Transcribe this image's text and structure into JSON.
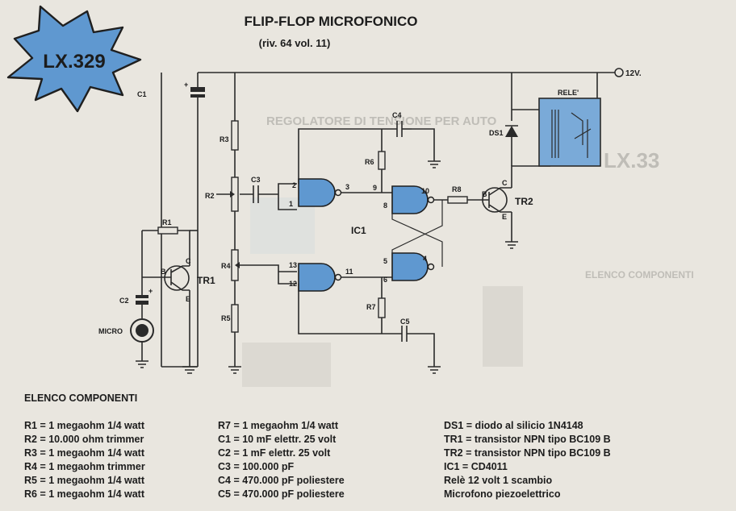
{
  "title": "FLIP-FLOP MICROFONICO",
  "subtitle": "(riv. 64 vol. 11)",
  "badge": "LX.329",
  "supply_label": "12V.",
  "relay_label": "RELE'",
  "labels": {
    "c1": "C1",
    "c2": "C2",
    "c3": "C3",
    "c4": "C4",
    "c5": "C5",
    "r1": "R1",
    "r2": "R2",
    "r3": "R3",
    "r4": "R4",
    "r5": "R5",
    "r6": "R6",
    "r7": "R7",
    "r8": "R8",
    "tr1": "TR1",
    "tr2": "TR2",
    "ic1": "IC1",
    "ds1": "DS1",
    "micro": "MICRO",
    "b": "B",
    "c": "C",
    "e": "E",
    "plus": "+"
  },
  "pins": {
    "p1": "1",
    "p2": "2",
    "p3": "3",
    "p4": "4",
    "p5": "5",
    "p6": "6",
    "p8": "8",
    "p9": "9",
    "p10": "10",
    "p11": "11",
    "p12": "12",
    "p13": "13"
  },
  "components_title": "ELENCO COMPONENTI",
  "components": {
    "col1": [
      "R1 = 1 megaohm 1/4 watt",
      "R2 = 10.000 ohm trimmer",
      "R3 = 1 megaohm 1/4 watt",
      "R4 = 1 megaohm trimmer",
      "R5 = 1 megaohm 1/4 watt",
      "R6 = 1 megaohm 1/4 watt"
    ],
    "col2": [
      "R7 = 1 megaohm 1/4 watt",
      "C1 = 10 mF elettr. 25 volt",
      "C2 = 1 mF elettr. 25 volt",
      "C3 = 100.000 pF",
      "C4 = 470.000 pF poliestere",
      "C5 = 470.000 pF poliestere"
    ],
    "col3": [
      "DS1 = diodo al silicio 1N4148",
      "TR1 = transistor NPN tipo BC109 B",
      "TR2 = transistor NPN tipo BC109 B",
      "IC1 = CD4011",
      "Relè 12 volt 1 scambio",
      "Microfono piezoelettrico"
    ]
  },
  "ghost": {
    "heading": "REGOLATORE DI TENSIONE PER AUTO",
    "elenco": "ELENCO COMPONENTI",
    "lx": "LX.33"
  },
  "colors": {
    "gate": "#5f98d0",
    "badge": "#5f98d0",
    "relay": "#7aaad8",
    "paper": "#e9e6df"
  }
}
